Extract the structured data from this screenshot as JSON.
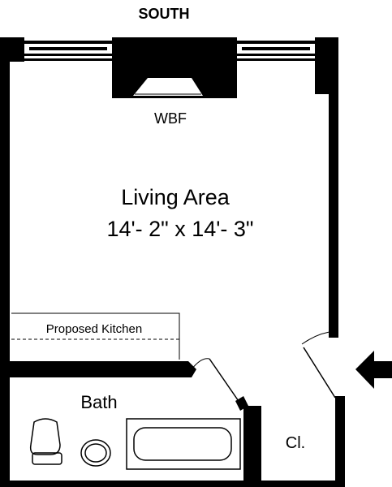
{
  "compass": {
    "south_label": "SOUTH"
  },
  "fireplace": {
    "label": "WBF"
  },
  "living_area": {
    "name": "Living Area",
    "dimensions": "14'- 2\" x 14'- 3\""
  },
  "kitchen": {
    "label": "Proposed Kitchen"
  },
  "bath": {
    "label": "Bath"
  },
  "closet": {
    "label": "Cl."
  },
  "entry_arrow": {
    "icon": "entry-arrow-icon"
  },
  "colors": {
    "wall": "#000000",
    "background": "#ffffff"
  }
}
